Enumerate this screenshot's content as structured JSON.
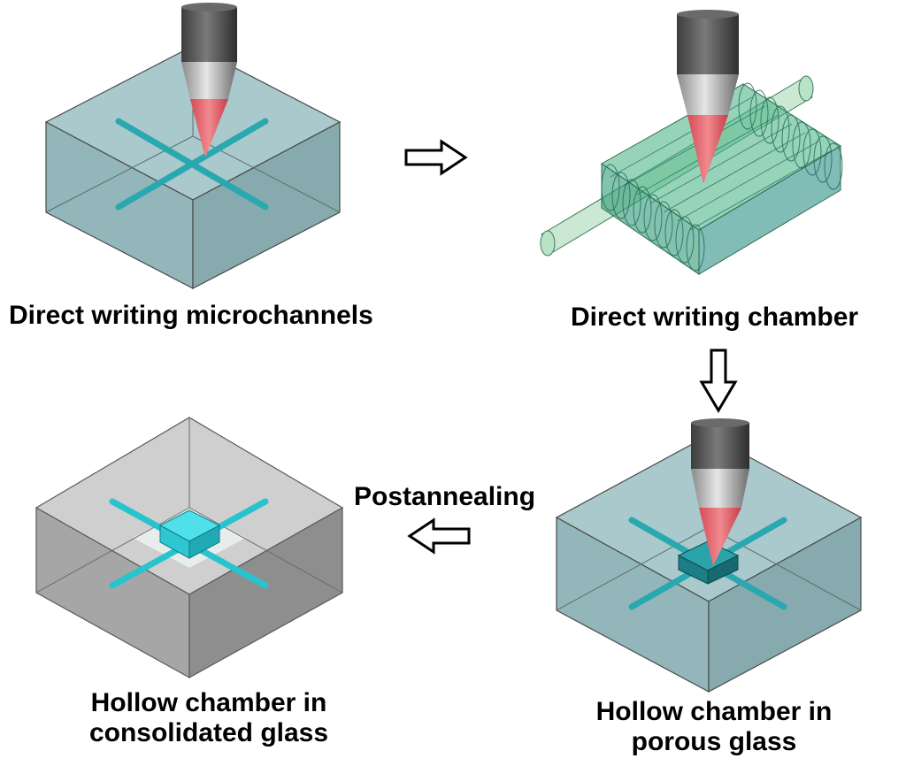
{
  "steps": [
    {
      "id": "step-1",
      "label": "Direct writing microchannels"
    },
    {
      "id": "step-2",
      "label": "Direct writing chamber"
    },
    {
      "id": "step-3",
      "label_line1": "Hollow chamber in",
      "label_line2": "porous glass"
    },
    {
      "id": "step-4",
      "label_line1": "Hollow chamber in",
      "label_line2": "consolidated glass"
    }
  ],
  "arrows": {
    "postannealing_label": "Postannealing"
  },
  "colors": {
    "porous_glass": "#9fc3c7",
    "consolidated_glass": "#c8c8c8",
    "channel": "#2fb5bd",
    "laser_cone": "#e8626a",
    "objective": "#5a5a5a",
    "chamber_green": "#3fae7e"
  }
}
